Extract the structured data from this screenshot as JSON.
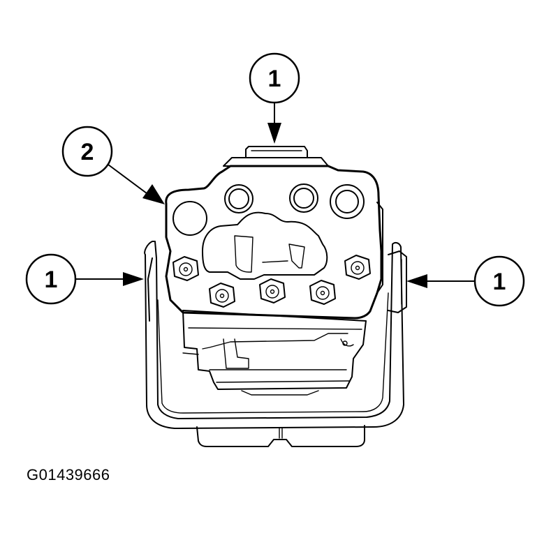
{
  "callouts": [
    {
      "id": "top",
      "label": "1"
    },
    {
      "id": "upper-left",
      "label": "2"
    },
    {
      "id": "left",
      "label": "1"
    },
    {
      "id": "right",
      "label": "1"
    }
  ],
  "figure_id": "G01439666"
}
